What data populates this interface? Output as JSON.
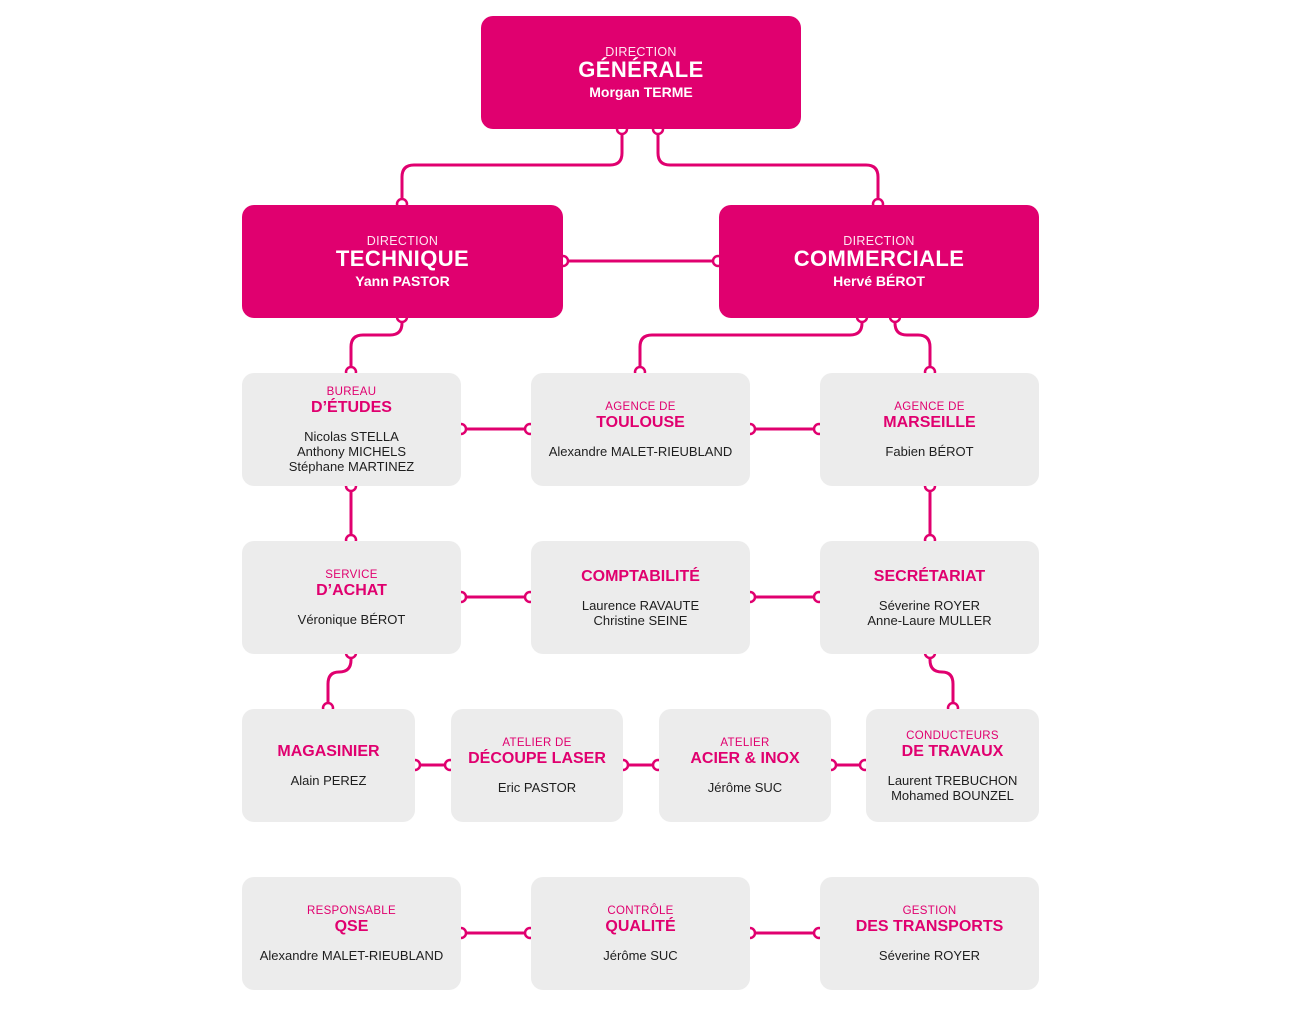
{
  "colors": {
    "accent": "#e0006f",
    "card": "#ececec",
    "text": "#1e1e1e"
  },
  "nodes": {
    "dg": {
      "small": "DIRECTION",
      "big": "GÉNÉRALE",
      "people": [
        "Morgan TERME"
      ]
    },
    "dt": {
      "small": "DIRECTION",
      "big": "TECHNIQUE",
      "people": [
        "Yann PASTOR"
      ]
    },
    "dc": {
      "small": "DIRECTION",
      "big": "COMMERCIALE",
      "people": [
        "Hervé BÉROT"
      ]
    },
    "be": {
      "small": "BUREAU",
      "big": "D’ÉTUDES",
      "people": [
        "Nicolas STELLA",
        "Anthony MICHELS",
        "Stéphane MARTINEZ"
      ]
    },
    "tlse": {
      "small": "AGENCE DE",
      "big": "TOULOUSE",
      "people": [
        "Alexandre MALET-RIEUBLAND"
      ]
    },
    "mrs": {
      "small": "AGENCE DE",
      "big": "MARSEILLE",
      "people": [
        "Fabien BÉROT"
      ]
    },
    "achat": {
      "small": "SERVICE",
      "big": "D’ACHAT",
      "people": [
        "Véronique BÉROT"
      ]
    },
    "compta": {
      "small": "",
      "big": "COMPTABILITÉ",
      "people": [
        "Laurence RAVAUTE",
        "Christine SEINE"
      ]
    },
    "secr": {
      "small": "",
      "big": "SECRÉTARIAT",
      "people": [
        "Séverine ROYER",
        "Anne-Laure MULLER"
      ]
    },
    "mag": {
      "small": "",
      "big": "MAGASINIER",
      "people": [
        "Alain PEREZ"
      ]
    },
    "laser": {
      "small": "ATELIER DE",
      "big": "DÉCOUPE LASER",
      "people": [
        "Eric PASTOR"
      ]
    },
    "inox": {
      "small": "ATELIER",
      "big": "ACIER & INOX",
      "people": [
        "Jérôme SUC"
      ]
    },
    "cdt": {
      "small": "CONDUCTEURS",
      "big": "DE TRAVAUX",
      "people": [
        "Laurent TREBUCHON",
        "Mohamed BOUNZEL"
      ]
    },
    "qse": {
      "small": "RESPONSABLE",
      "big": "QSE",
      "people": [
        "Alexandre MALET-RIEUBLAND"
      ]
    },
    "qual": {
      "small": "CONTRÔLE",
      "big": "QUALITÉ",
      "people": [
        "Jérôme SUC"
      ]
    },
    "trans": {
      "small": "GESTION",
      "big": "DES TRANSPORTS",
      "people": [
        "Séverine ROYER"
      ]
    }
  },
  "edges": [
    [
      "dg",
      "dt"
    ],
    [
      "dg",
      "dc"
    ],
    [
      "dt",
      "dc"
    ],
    [
      "dt",
      "be"
    ],
    [
      "dc",
      "tlse"
    ],
    [
      "dc",
      "mrs"
    ],
    [
      "be",
      "tlse"
    ],
    [
      "tlse",
      "mrs"
    ],
    [
      "be",
      "achat"
    ],
    [
      "mrs",
      "secr"
    ],
    [
      "achat",
      "compta"
    ],
    [
      "compta",
      "secr"
    ],
    [
      "achat",
      "mag"
    ],
    [
      "secr",
      "cdt"
    ],
    [
      "mag",
      "laser"
    ],
    [
      "laser",
      "inox"
    ],
    [
      "inox",
      "cdt"
    ],
    [
      "qse",
      "qual"
    ],
    [
      "qual",
      "trans"
    ]
  ]
}
